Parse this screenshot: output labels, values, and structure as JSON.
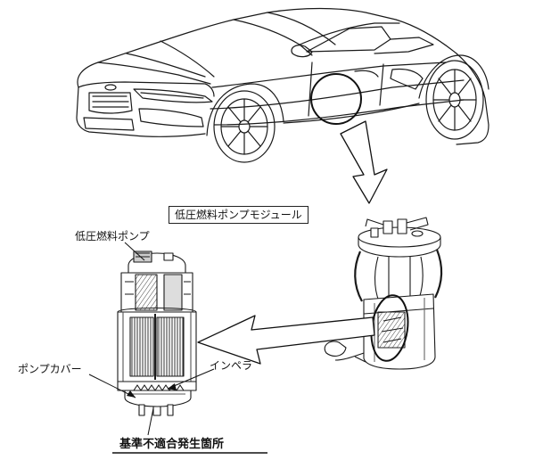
{
  "labels": {
    "module": "低圧燃料ポンプモジュール",
    "pump": "低圧燃料ポンプ",
    "cover": "ポンプカバー",
    "impeller": "インペラ",
    "defect": "基準不適合発生箇所"
  },
  "colors": {
    "line": "#1a1a1a",
    "hatch": "#555555",
    "background": "#ffffff"
  }
}
